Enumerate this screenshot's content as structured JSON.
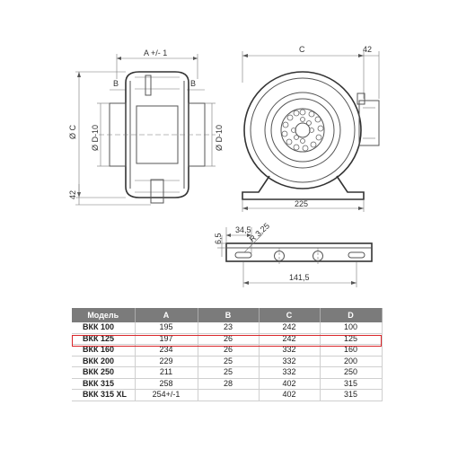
{
  "dimensions": {
    "a": "A +/- 1",
    "b_left": "B",
    "b_right": "B",
    "c_top": "C",
    "phi_c": "Ø C",
    "phi_d_left": "Ø D-10",
    "phi_d_right": "Ø D-10",
    "h42_left": "42",
    "h42_top": "42",
    "w225": "225",
    "d34_5": "34,5",
    "d6_5": "6,5",
    "r3_25": "R 3,25",
    "d141_5": "141,5"
  },
  "table": {
    "headers": [
      "Модель",
      "A",
      "B",
      "C",
      "D"
    ],
    "rows": [
      [
        "ВКК 100",
        "195",
        "23",
        "242",
        "100"
      ],
      [
        "ВКК 125",
        "197",
        "26",
        "242",
        "125"
      ],
      [
        "ВКК 160",
        "234",
        "26",
        "332",
        "160"
      ],
      [
        "ВКК 200",
        "229",
        "25",
        "332",
        "200"
      ],
      [
        "ВКК 250",
        "211",
        "25",
        "332",
        "250"
      ],
      [
        "ВКК 315",
        "258",
        "28",
        "402",
        "315"
      ],
      [
        "ВКК 315 XL",
        "254+/-1",
        "",
        "402",
        "315"
      ]
    ],
    "highlighted_row": 1,
    "highlight_color": "#d9262a",
    "header_bg": "#7b7b7b"
  }
}
